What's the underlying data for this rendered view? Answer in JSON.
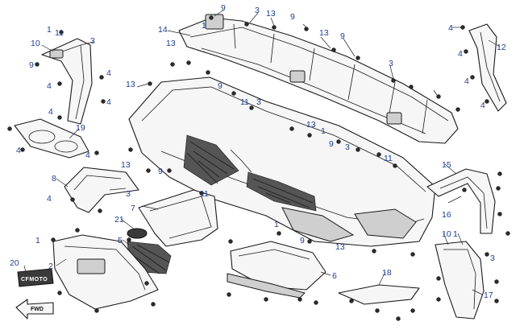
{
  "diagram": {
    "brand_label": "CFMOTO",
    "fwd_label": "FWD",
    "accent_color": "#1f3f8f",
    "callouts": [
      {
        "label": "9"
      },
      {
        "label": "3"
      },
      {
        "label": "13"
      },
      {
        "label": "9"
      },
      {
        "label": "13"
      },
      {
        "label": "9"
      },
      {
        "label": "3"
      },
      {
        "label": "1"
      },
      {
        "label": "13"
      },
      {
        "label": "14"
      },
      {
        "label": "1"
      },
      {
        "label": "11"
      },
      {
        "label": "10"
      },
      {
        "label": "3"
      },
      {
        "label": "9"
      },
      {
        "label": "4"
      },
      {
        "label": "4"
      },
      {
        "label": "4"
      },
      {
        "label": "4"
      },
      {
        "label": "12"
      },
      {
        "label": "4"
      },
      {
        "label": "4"
      },
      {
        "label": "4"
      },
      {
        "label": "4"
      },
      {
        "label": "13"
      },
      {
        "label": "9"
      },
      {
        "label": "11"
      },
      {
        "label": "3"
      },
      {
        "label": "13"
      },
      {
        "label": "9"
      },
      {
        "label": "1"
      },
      {
        "label": "3"
      },
      {
        "label": "1"
      },
      {
        "label": "13"
      },
      {
        "label": "4"
      },
      {
        "label": "19"
      },
      {
        "label": "4"
      },
      {
        "label": "8"
      },
      {
        "label": "4"
      },
      {
        "label": "3"
      },
      {
        "label": "13"
      },
      {
        "label": "9"
      },
      {
        "label": "11"
      },
      {
        "label": "7"
      },
      {
        "label": "21"
      },
      {
        "label": "5"
      },
      {
        "label": "1"
      },
      {
        "label": "2"
      },
      {
        "label": "20"
      },
      {
        "label": "16"
      },
      {
        "label": "15"
      },
      {
        "label": "6"
      },
      {
        "label": "18"
      },
      {
        "label": "17"
      },
      {
        "label": "10"
      },
      {
        "label": "1"
      },
      {
        "label": "3"
      },
      {
        "label": "9"
      },
      {
        "label": "11"
      }
    ]
  }
}
